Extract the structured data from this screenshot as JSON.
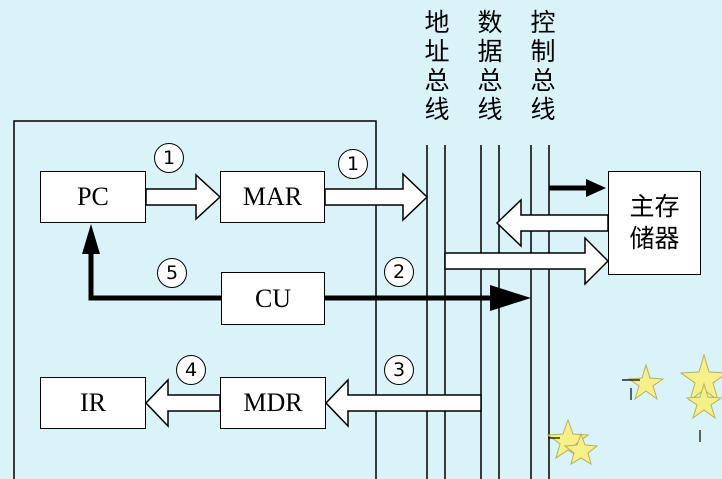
{
  "components": {
    "pc": "PC",
    "mar": "MAR",
    "cu": "CU",
    "ir": "IR",
    "mdr": "MDR",
    "memory_line1": "主存",
    "memory_line2": "储器"
  },
  "buses": {
    "address": [
      "地",
      "址",
      "总",
      "线"
    ],
    "data": [
      "数",
      "据",
      "总",
      "线"
    ],
    "control": [
      "控",
      "制",
      "总",
      "线"
    ]
  },
  "steps": {
    "pc_to_mar": "1",
    "mar_to_bus": "1",
    "cu_to_pc": "5",
    "cu_to_bus": "2",
    "bus_to_mdr": "3",
    "mdr_to_ir": "4"
  },
  "colors": {
    "background": "#d9f3f8",
    "star": "#f7f08a"
  }
}
